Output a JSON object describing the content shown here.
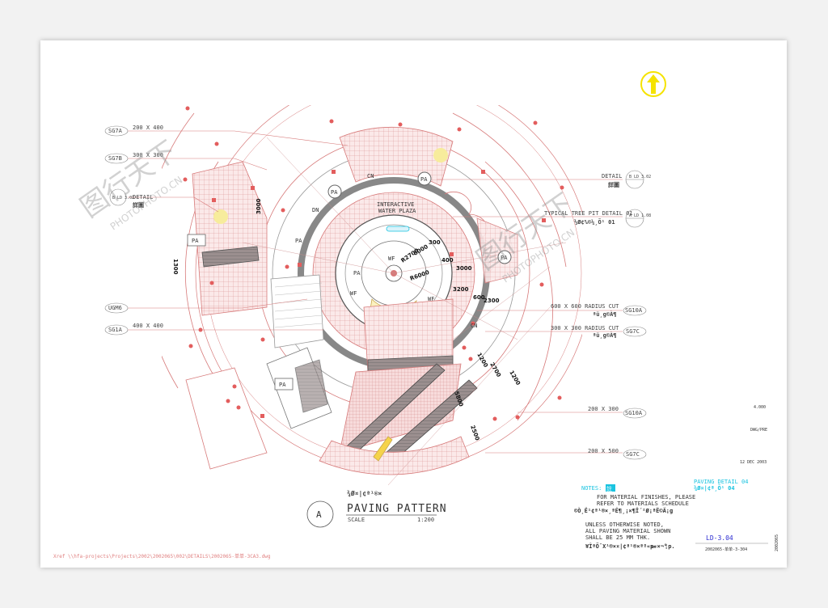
{
  "colors": {
    "line": "#d77a7a",
    "dark": "#555555",
    "yellow": "#f5e300",
    "cyan": "#19c3e0",
    "blue": "#2a2ad0"
  },
  "left_callouts": [
    {
      "tag": "SG7A",
      "text": "200 X 400"
    },
    {
      "tag": "SG7B",
      "text": "300 X 300"
    },
    {
      "tag": "B LD 3.02",
      "text": "DETAIL"
    },
    {
      "tag": "UGM6",
      "text": ""
    },
    {
      "tag": "SG1A",
      "text": "400 X 400"
    }
  ],
  "left_detail_cn": "詳圖",
  "right_callouts": [
    {
      "tag": "B LD 3.02",
      "text": "DETAIL",
      "sub": "詳圖"
    },
    {
      "tag": "A LD 1.08",
      "text": "TYPICAL TREE PIT DETAIL 01",
      "sub": "½Ø¢%©¼¸Õ¹ 01"
    },
    {
      "tag": "SG10A",
      "text": "600 X 600 RADIUS CUT",
      "sub": "ªü¸g©À¶"
    },
    {
      "tag": "SG7C",
      "text": "300 X 300 RADIUS CUT",
      "sub": "ªü¸g©À¶"
    },
    {
      "tag": "SG10A",
      "text": "200 X 300",
      "sub": ""
    },
    {
      "tag": "SG7C",
      "text": "200 X 500",
      "sub": ""
    }
  ],
  "plan_labels": {
    "interactive": "INTERACTIVE",
    "water_plaza": "WATER PLAZA",
    "pa": "PA",
    "dn": "DN",
    "cn": "CN",
    "wf": "WF"
  },
  "dimensions": [
    "R2700",
    "R6000",
    "8000",
    "300",
    "400",
    "3000",
    "3200",
    "600",
    "2300",
    "1200",
    "2700",
    "1200",
    "5800",
    "2500",
    "3000",
    "1300"
  ],
  "title_block": {
    "marker": "A",
    "title_cn": "¾Ø¤|¢ª¹®×",
    "title": "PAVING PATTERN",
    "scale_label": "SCALE",
    "scale_value": "1:200"
  },
  "notes": {
    "heading": "NOTES:",
    "heading_cn": "註",
    "line1": "FOR MATERIAL FINISHES, PLEASE",
    "line2": "REFER TO MATERIALS SCHEDULE",
    "line3": "©Ò¸Ë¹¢ª¹®×¸ªÊ¶¸¡×¶Ï´²Ø¡ªË©Ä¡g",
    "line4": "UNLESS OTHERWISE NOTED,",
    "line5": "ALL PAVING MATERIAL SHOWN",
    "line6": "SHALL BE 25 MM THK.",
    "line7": "¥ÎªÖ¯X¹®×¤|¢ª¹®×ªº«p«×¬°",
    "line7b": "mm",
    "line7c": "¦p."
  },
  "paving_detail": {
    "line1": "PAVING DETAIL 04",
    "line2": "¾Ø¤|¢ª¸Õ¹ 04"
  },
  "drawing_no": "LD-3.04",
  "small_text": {
    "a": "4.000",
    "b": "DWG/PRE",
    "c": "12 DEC 2003",
    "d": "2002065-单单-3-304",
    "e": "2002065"
  },
  "footer_path": "Xref \\\\hfa-projects\\Projects\\2002\\2002065\\002\\DETAILS\\2002065-单单-3CA3.dwg",
  "watermarks": [
    "图行天下",
    "PHOTOPHOTO.CN"
  ]
}
